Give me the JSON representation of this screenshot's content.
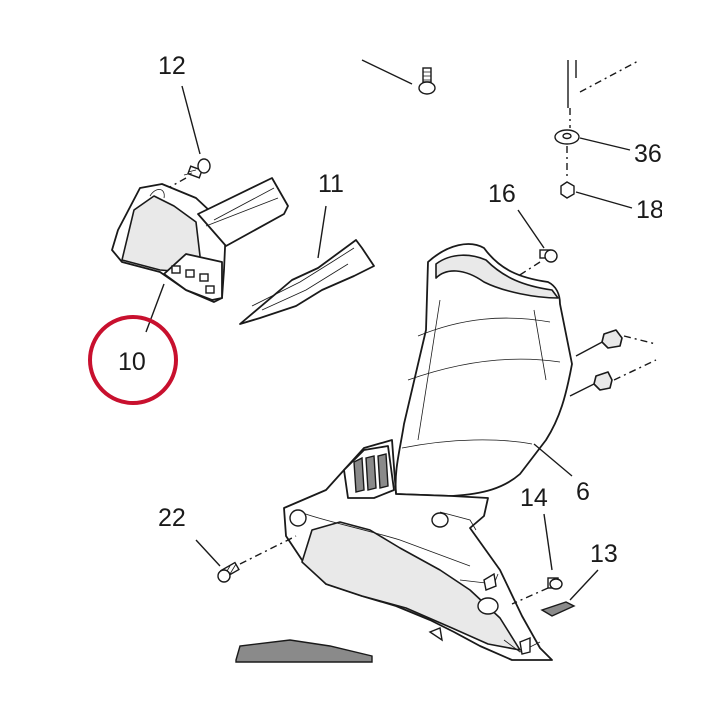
{
  "labels": {
    "p12": "12",
    "p11": "11",
    "p10": "10",
    "p16": "16",
    "p36": "36",
    "p18": "18",
    "p6": "6",
    "p22": "22",
    "p14": "14",
    "p13": "13"
  },
  "highlight": {
    "target": "10",
    "color": "#c8102e"
  }
}
